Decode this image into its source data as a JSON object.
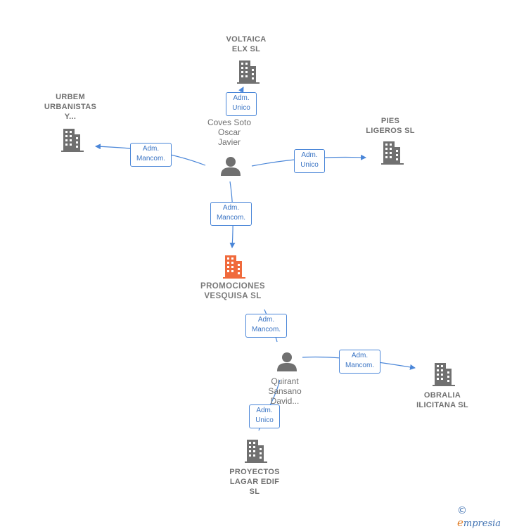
{
  "colors": {
    "edge": "#4a86d8",
    "building": "#707070",
    "building_main": "#f06a3c",
    "person": "#707070"
  },
  "nodes": {
    "voltaica": {
      "label": "VOLTAICA\nELX SL",
      "icon": "building-icon"
    },
    "urbem": {
      "label": "URBEM\nURBANISTAS\nY...",
      "icon": "building-icon"
    },
    "pies": {
      "label": "PIES\nLIGEROS  SL",
      "icon": "building-icon"
    },
    "coves": {
      "label": "Coves Soto\nOscar\nJavier",
      "icon": "person-icon"
    },
    "promociones": {
      "label": "PROMOCIONES\nVESQUISA  SL",
      "icon": "building-icon"
    },
    "quirant": {
      "label": "Quirant\nSansano\nDavid...",
      "icon": "person-icon"
    },
    "obralia": {
      "label": "OBRALIA\nILICITANA  SL",
      "icon": "building-icon"
    },
    "proyectos": {
      "label": "PROYECTOS\nLAGAR EDIF\nSL",
      "icon": "building-icon"
    }
  },
  "edges": {
    "coves_voltaica": "Adm.\nUnico",
    "coves_urbem": "Adm.\nMancom.",
    "coves_pies": "Adm.\nUnico",
    "coves_promociones": "Adm.\nMancom.",
    "quirant_promociones": "Adm.\nMancom.",
    "quirant_obralia": "Adm.\nMancom.",
    "quirant_proyectos": "Adm.\nUnico"
  },
  "brand": {
    "copyright": "©",
    "name_initial": "e",
    "name_rest": "mpresia"
  }
}
